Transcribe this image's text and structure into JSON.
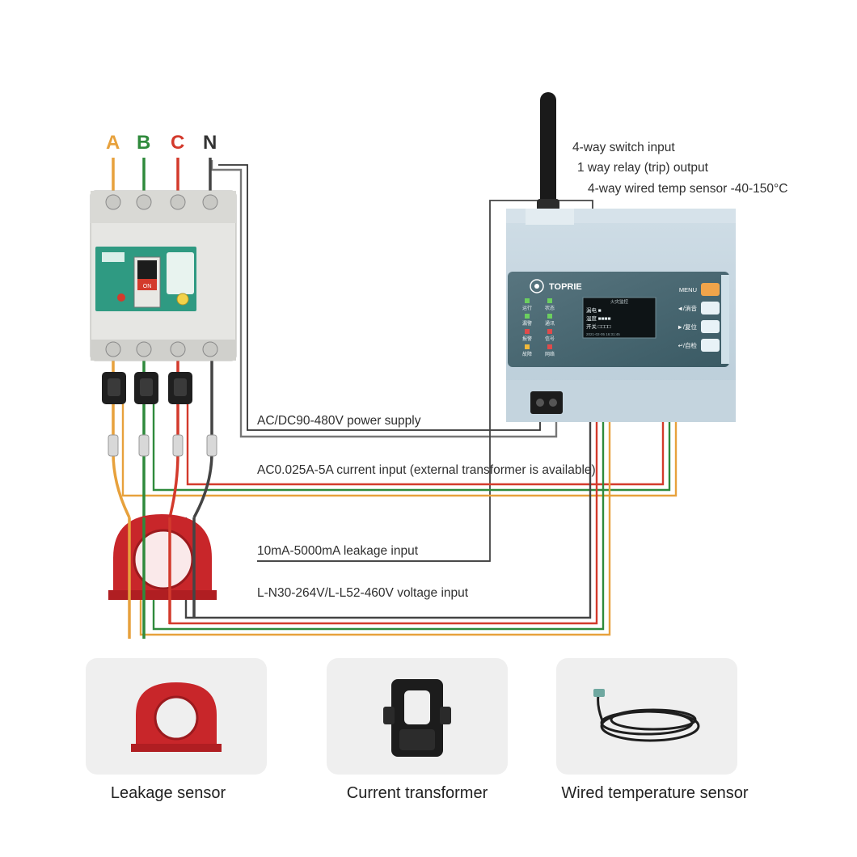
{
  "phases": {
    "a": {
      "label": "A",
      "color": "#e7a13c"
    },
    "b": {
      "label": "B",
      "color": "#2f8a3c"
    },
    "c": {
      "label": "C",
      "color": "#d33a2c"
    },
    "n": {
      "label": "N",
      "color": "#333333"
    }
  },
  "labels": {
    "switch_input": "4-way switch input",
    "relay_output": "1 way relay (trip) output",
    "temp_sensor": "4-way wired temp sensor -40-150°C",
    "power_supply": "AC/DC90-480V power supply",
    "current_input": "AC0.025A-5A current input (external transformer is available)",
    "leakage_input": "10mA-5000mA leakage input",
    "voltage_input": "L-N30-264V/L-L52-460V voltage input"
  },
  "device": {
    "brand": "TOPRIE",
    "screen_title": "火灾监控",
    "screen_rows": [
      "漏电 ■",
      "温度 ■■■■",
      "开关 □□□□"
    ],
    "screen_footer": "2021-02-05   16:31:45",
    "leds": [
      "运行",
      "状态",
      "漏警",
      "通讯",
      "报警",
      "信号",
      "故障",
      "网络"
    ],
    "buttons": [
      {
        "label": "MENU",
        "color": "#f0a44a"
      },
      {
        "label": "◄/消音",
        "color": "#e8f2f7"
      },
      {
        "label": "►/复位",
        "color": "#e8f2f7"
      },
      {
        "label": "↵/自检",
        "color": "#e8f2f7"
      }
    ]
  },
  "breaker": {
    "switch_label": "ON"
  },
  "products": [
    {
      "caption": "Leakage sensor",
      "icon": "leakage-sensor-icon"
    },
    {
      "caption": "Current transformer",
      "icon": "current-transformer-icon"
    },
    {
      "caption": "Wired temperature sensor",
      "icon": "temperature-sensor-icon"
    }
  ]
}
